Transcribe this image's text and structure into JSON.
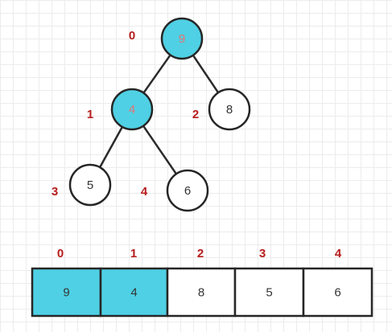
{
  "colors": {
    "highlight_fill": "#4fd0e4",
    "normal_fill": "#ffffff",
    "highlight_text": "#e57373",
    "normal_text": "#333333",
    "index_label": "#b71c1c",
    "border": "#262626"
  },
  "tree": {
    "nodes": [
      {
        "index": "0",
        "value": "9",
        "highlighted": true
      },
      {
        "index": "1",
        "value": "4",
        "highlighted": true
      },
      {
        "index": "2",
        "value": "8",
        "highlighted": false
      },
      {
        "index": "3",
        "value": "5",
        "highlighted": false
      },
      {
        "index": "4",
        "value": "6",
        "highlighted": false
      }
    ],
    "edges": [
      {
        "from": 0,
        "to": 1
      },
      {
        "from": 0,
        "to": 2
      },
      {
        "from": 1,
        "to": 3
      },
      {
        "from": 1,
        "to": 4
      }
    ]
  },
  "array": {
    "cells": [
      {
        "index": "0",
        "value": "9",
        "highlighted": true
      },
      {
        "index": "1",
        "value": "4",
        "highlighted": true
      },
      {
        "index": "2",
        "value": "8",
        "highlighted": false
      },
      {
        "index": "3",
        "value": "5",
        "highlighted": false
      },
      {
        "index": "4",
        "value": "6",
        "highlighted": false
      }
    ]
  }
}
